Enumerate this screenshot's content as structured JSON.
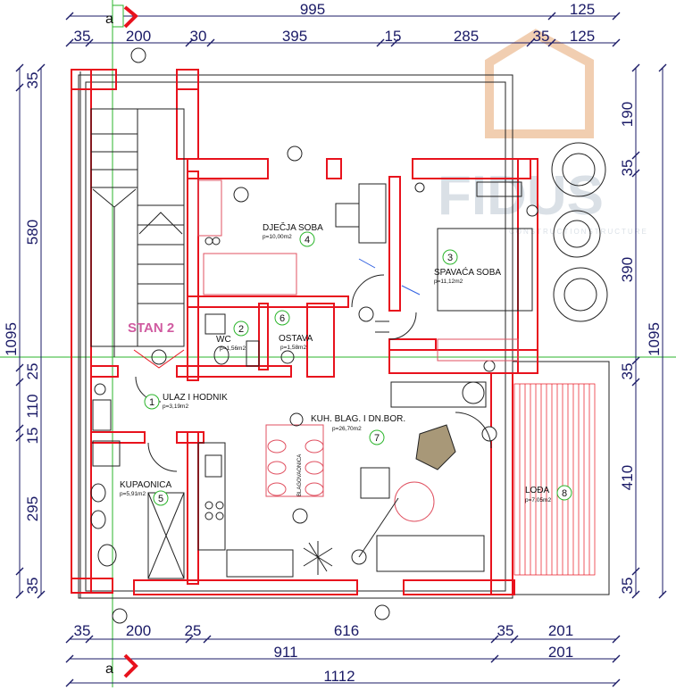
{
  "watermark": {
    "brand": "FIDUS",
    "tagline": "CONSTRUCTIONSTRUCTURE"
  },
  "plan_label": "STAN 2",
  "section_marker": "a",
  "dimensions": {
    "top_outer": [
      "995",
      "125"
    ],
    "top_inner": [
      "35",
      "200",
      "30",
      "395",
      "15",
      "285",
      "35",
      "125"
    ],
    "bottom_inner": [
      "35",
      "200",
      "25",
      "616",
      "35",
      "201"
    ],
    "bottom_mid": [
      "911",
      "201"
    ],
    "bottom_total": "1112",
    "left_inner": [
      "35",
      "580",
      "25",
      "110",
      "15",
      "295",
      "35"
    ],
    "left_total": "1095",
    "right_inner": [
      "190",
      "35",
      "390",
      "35",
      "410",
      "35"
    ],
    "right_total": "1095"
  },
  "rooms": [
    {
      "num": "1",
      "name": "ULAZ I HODNIK",
      "area": "p=3,19m2"
    },
    {
      "num": "2",
      "name": "WC",
      "area": "p=1,56m2"
    },
    {
      "num": "3",
      "name": "SPAVAĆA SOBA",
      "area": "p=11,12m2"
    },
    {
      "num": "4",
      "name": "DJEČJA SOBA",
      "area": "p=10,00m2"
    },
    {
      "num": "5",
      "name": "KUPAONICA",
      "area": "p=5,91m2"
    },
    {
      "num": "6",
      "name": "OSTAVA",
      "area": "p=1,58m2"
    },
    {
      "num": "7",
      "name": "KUH. BLAG. I DN.BOR.",
      "area": "p=26,70m2"
    },
    {
      "num": "8",
      "name": "LOĐA",
      "area": "p=7,05m2"
    }
  ],
  "furniture_labels": {
    "blagovaonica": "BLAGOVAONICA"
  },
  "colors": {
    "wall": "#e8121d",
    "dimension": "#1a1a66",
    "line": "#222222",
    "axis": "#2bb52b",
    "room_tag": "#2bb52b",
    "stan": "#d05aa0"
  }
}
